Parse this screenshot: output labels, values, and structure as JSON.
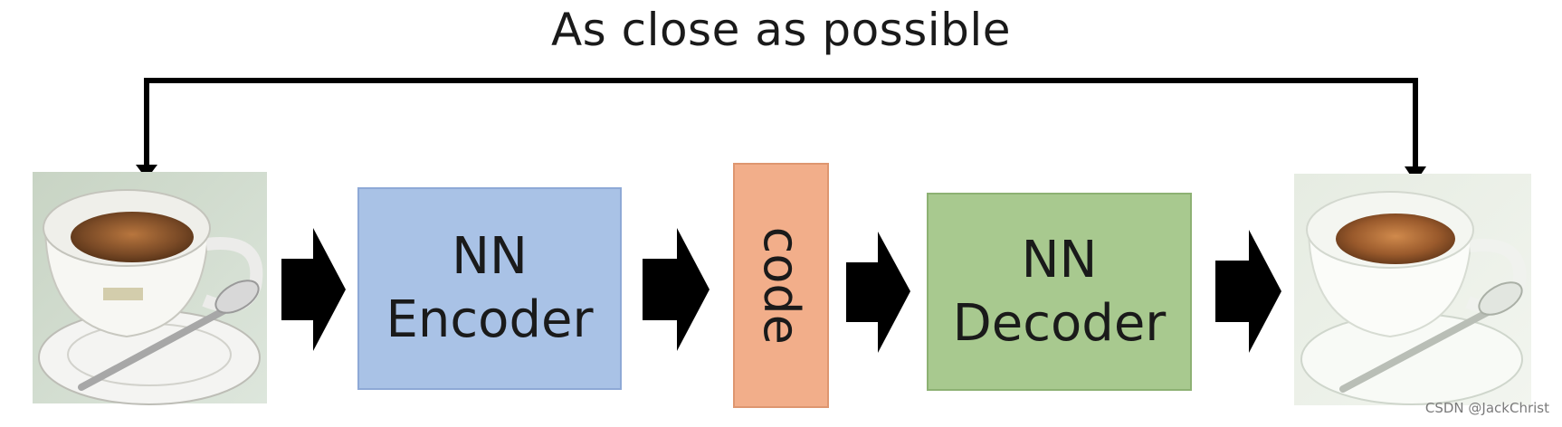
{
  "title": "As close as possible",
  "encoder": {
    "line1": "NN",
    "line2": "Encoder"
  },
  "code_label": "code",
  "decoder": {
    "line1": "NN",
    "line2": "Decoder"
  },
  "watermark": "CSDN @JackChrist",
  "icons": {
    "input": "coffee-cup-input-image",
    "output": "coffee-cup-reconstructed-image",
    "arrow": "thick-right-arrow-icon"
  },
  "colors": {
    "encoder_fill": "#a9c2e6",
    "code_fill": "#f2ae8a",
    "decoder_fill": "#a8c98f",
    "arrow": "#000000"
  }
}
